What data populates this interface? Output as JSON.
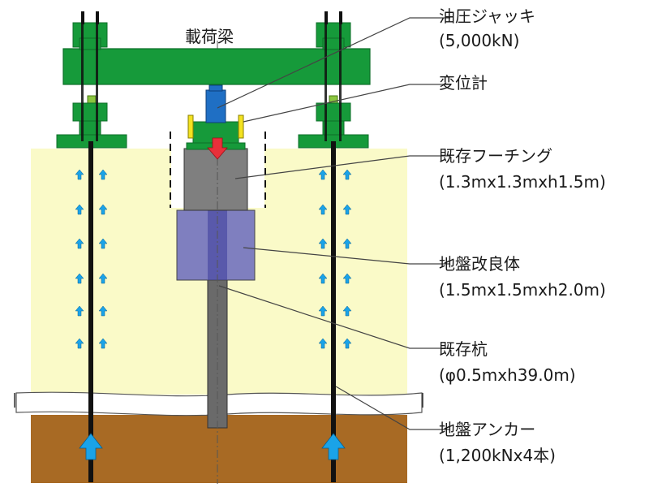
{
  "labels": {
    "beam": "載荷梁",
    "jack": "油圧ジャッキ",
    "jack_capacity": "(5,000kN)",
    "gauge": "変位計",
    "footing": "既存フーチング",
    "footing_size": "(1.3mx1.3mxh1.5m)",
    "improved": "地盤改良体",
    "improved_size": "(1.5mx1.5mxh2.0m)",
    "pile": "既存杭",
    "pile_size": "(φ0.5mxh39.0m)",
    "anchor": "地盤アンカー",
    "anchor_spec": "(1,200kNx4本)"
  },
  "colors": {
    "soil_upper": "#fafac8",
    "soil_lower": "#a86a24",
    "frame_green": "#169a3a",
    "frame_dark": "#0d6e28",
    "bolt_green": "#8cc63f",
    "jack_blue": "#1f6fc4",
    "footing_gray": "#7f7f7f",
    "improved_purple": "#7f7fbf",
    "pile_gray": "#6a6a6a",
    "arrow_blue": "#1aa3e8",
    "arrow_red": "#e8303a",
    "gauge_yellow": "#f3e221",
    "leader_line": "#444444"
  }
}
